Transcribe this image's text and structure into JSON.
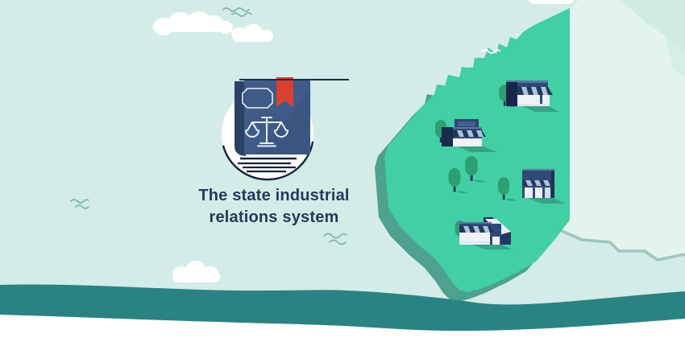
{
  "title": "The state industrial relations system",
  "illustration": {
    "badge": {
      "icon": "law-book-icon",
      "elements": [
        "bookmark-ribbon-icon",
        "scales-of-justice-icon",
        "page-lines"
      ]
    },
    "map": {
      "icon": "western-australia-map",
      "shop_count": 4,
      "tree_count": 6
    },
    "decor": {
      "cloud_count": 3,
      "squiggle_count": 4,
      "wave": "bottom-wave"
    }
  },
  "colors": {
    "background": "#d3ece7",
    "map_green": "#42cfa4",
    "map_shadow": "#4da18e",
    "australia_light": "#e3f3ee",
    "australia_pale": "#cde9e2",
    "coast_line": "#9fc6bb",
    "wave_teal": "#2b8282",
    "white": "#ffffff",
    "text_navy": "#233a5c",
    "book_cover": "#3b5680",
    "book_spine": "#2b4165",
    "book_outline": "#15233e",
    "bookmark_red": "#d8402f",
    "tree_green": "#2e9e73",
    "building_navy": "#2f4a77",
    "awning_navy": "#23375c",
    "awning_stripe": "#a9c3dc"
  }
}
